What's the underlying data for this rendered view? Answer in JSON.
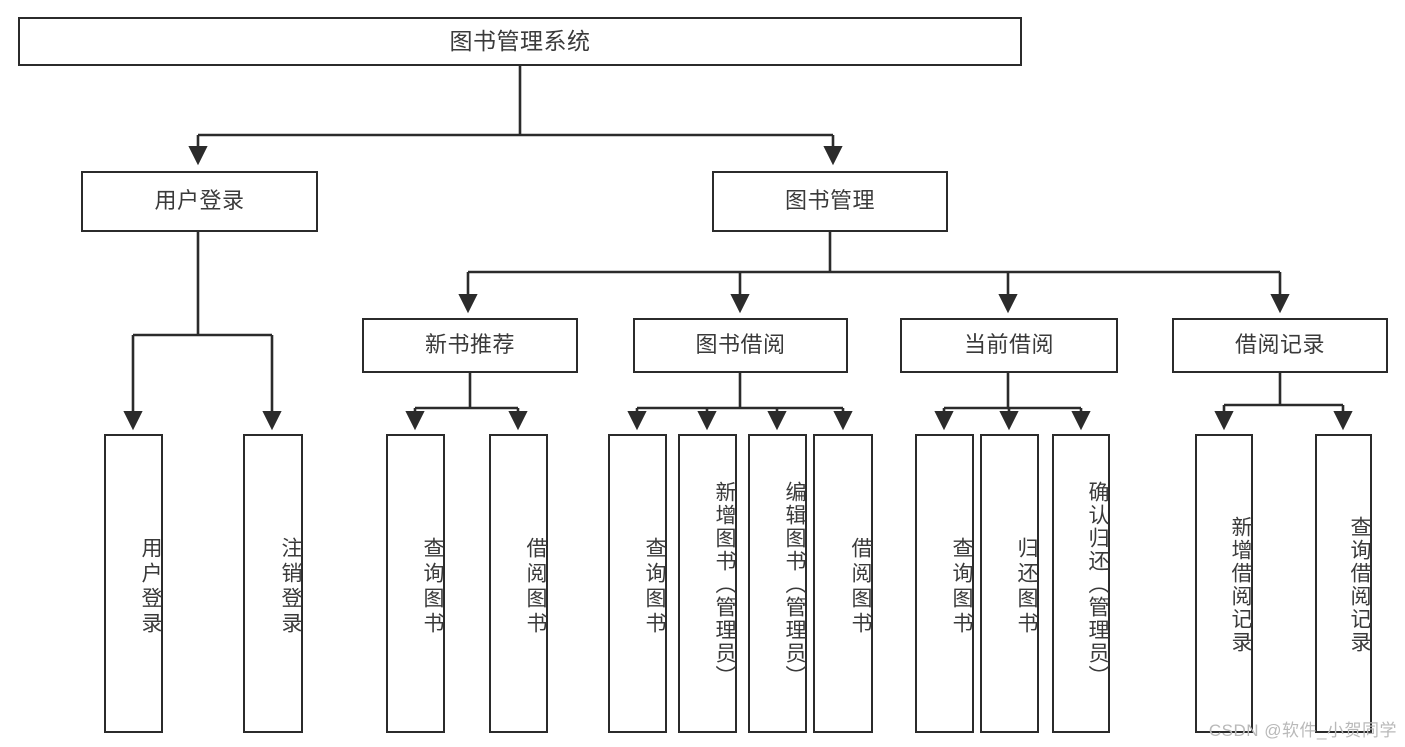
{
  "diagram": {
    "title_text": "图书管理系统",
    "type": "tree",
    "stroke_color": "#2b2b2b",
    "text_color": "#3a3a3a",
    "background": "#ffffff",
    "root": {
      "label": "图书管理系统"
    },
    "level2": [
      {
        "label": "用户登录"
      },
      {
        "label": "图书管理"
      }
    ],
    "level3": [
      {
        "label": "新书推荐"
      },
      {
        "label": "图书借阅"
      },
      {
        "label": "当前借阅"
      },
      {
        "label": "借阅记录"
      }
    ],
    "leaves": {
      "user_login": [
        {
          "label": "用户登录"
        },
        {
          "label": "注销登录"
        }
      ],
      "new_book_recommend": [
        {
          "label": "查询图书"
        },
        {
          "label": "借阅图书"
        }
      ],
      "book_borrow": [
        {
          "label": "查询图书"
        },
        {
          "label": "新增图书（管理员）"
        },
        {
          "label": "编辑图书（管理员）"
        },
        {
          "label": "借阅图书"
        }
      ],
      "current_borrow": [
        {
          "label": "查询图书"
        },
        {
          "label": "归还图书"
        },
        {
          "label": "确认归还（管理员）"
        }
      ],
      "borrow_record": [
        {
          "label": "新增借阅记录"
        },
        {
          "label": "查询借阅记录"
        }
      ]
    }
  },
  "watermark": {
    "text": "CSDN @软件_小贺同学"
  }
}
